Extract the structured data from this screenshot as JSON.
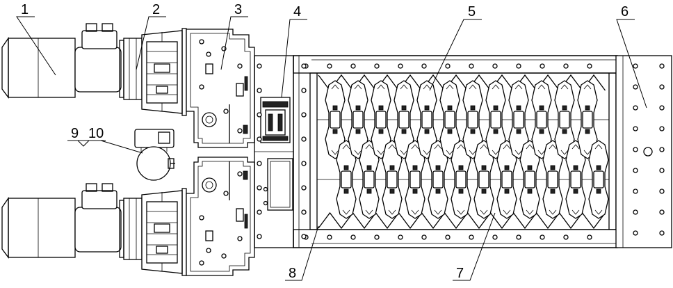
{
  "callouts": [
    "1",
    "2",
    "3",
    "4",
    "5",
    "6",
    "7",
    "8",
    "9",
    "10"
  ],
  "colors": {
    "line": "#000000",
    "background": "#ffffff"
  }
}
